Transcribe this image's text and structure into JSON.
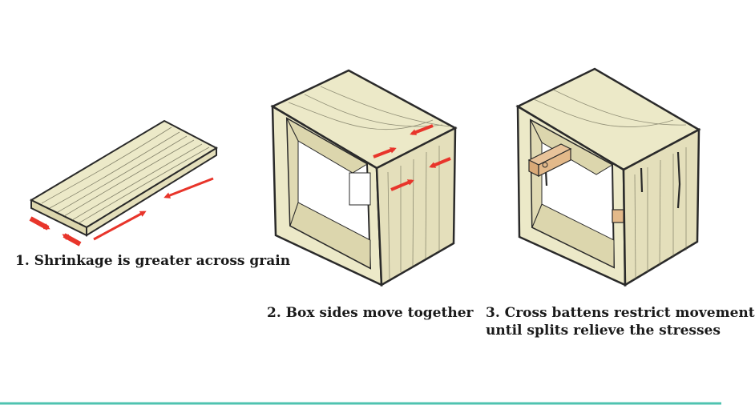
{
  "captions": {
    "shrinkage": "1. Shrinkage is greater across grain",
    "box_sides": "2. Box sides move together",
    "battens_line1": "3. Cross battens restrict movement",
    "battens_line2": "until splits relieve the stresses"
  },
  "colors": {
    "wood": "#ece9c8",
    "wood_shadow": "#dcd6ad",
    "outline": "#2a2a2a",
    "arrow": "#e8352b",
    "batten": "#e3b98a",
    "accent_line": "#4fc3b0"
  }
}
